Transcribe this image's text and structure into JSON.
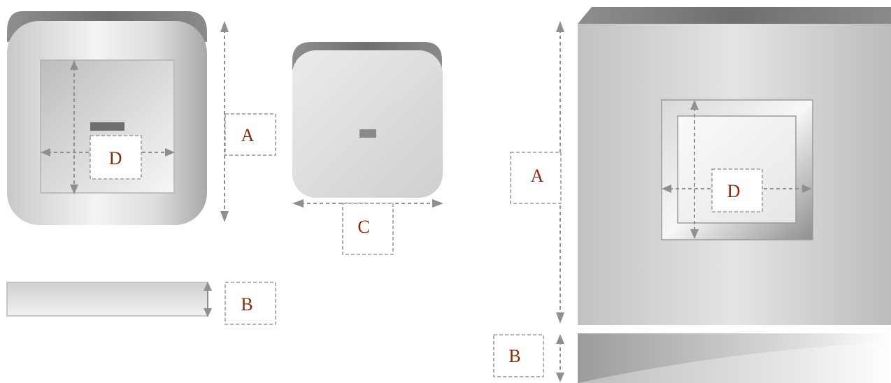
{
  "labels": {
    "left_height": "A",
    "left_opening": "D",
    "left_thickness": "B",
    "middle_width": "C",
    "right_height": "A",
    "right_opening": "D",
    "right_thickness": "B"
  }
}
